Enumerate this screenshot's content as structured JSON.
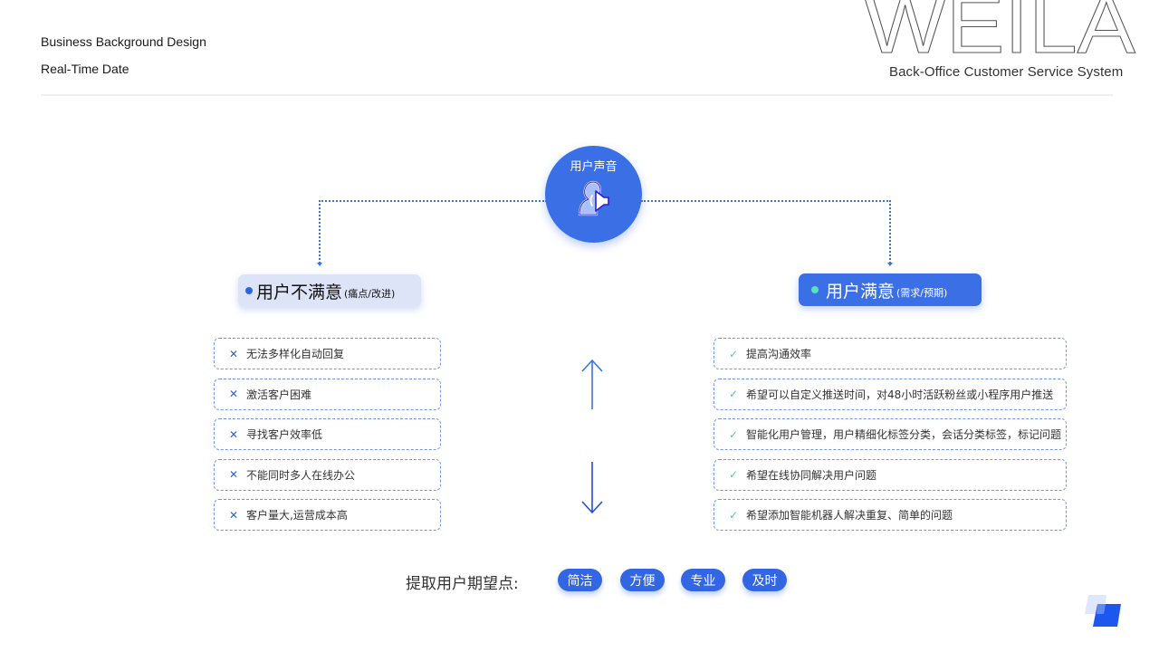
{
  "header": {
    "title": "Business Background Design",
    "date": "Real-Time Date",
    "brand": "WEILA",
    "brand_subtitle": "Back-Office Customer Service System"
  },
  "center": {
    "label": "用户声音",
    "icon": "user-speaker-icon"
  },
  "left_section": {
    "title": "用户不满意",
    "subtitle": "(痛点/改进)",
    "dot_color": "#2f64e0",
    "mark_icon": "x-icon",
    "items": [
      {
        "text": "无法多样化自动回复"
      },
      {
        "text": "激活客户困难"
      },
      {
        "text": "寻找客户效率低"
      },
      {
        "text": "不能同时多人在线办公"
      },
      {
        "text": "客户量大,运营成本高"
      }
    ]
  },
  "right_section": {
    "title": "用户满意",
    "subtitle": "(需求/预期)",
    "dot_color": "#5be3b4",
    "mark_icon": "check-icon",
    "items": [
      {
        "text": "提高沟通效率"
      },
      {
        "text": "希望可以自定义推送时间，对48小时活跃粉丝或小程序用户推送"
      },
      {
        "text": "智能化用户管理，用户精细化标签分类，会话分类标签，标记问题"
      },
      {
        "text": "希望在线协同解决用户问题"
      },
      {
        "text": "希望添加智能机器人解决重复、简单的问题"
      }
    ]
  },
  "marks": {
    "x": "✕",
    "check": "✓"
  },
  "expectations": {
    "label": "提取用户期望点:",
    "tags": [
      "简洁",
      "方便",
      "专业",
      "及时"
    ]
  },
  "colors": {
    "primary": "#3a6fe6",
    "accent_green": "#5be3b4",
    "light_panel": "#dde4f7",
    "dashed_border": "#6f95ea"
  }
}
